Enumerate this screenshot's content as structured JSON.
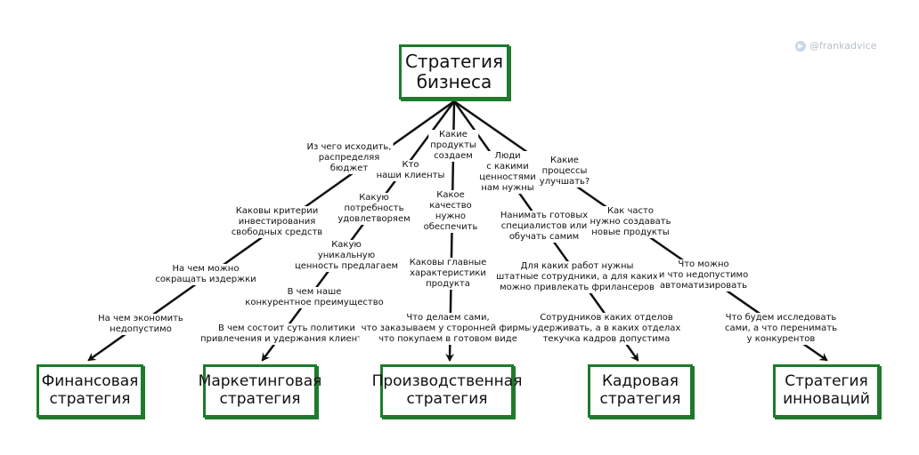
{
  "watermark": {
    "text": "@frankadvice",
    "icon": "telegram-icon"
  },
  "root": {
    "label": "Стратегия\nбизнеса"
  },
  "branches": [
    {
      "label": "Финансовая\nстратегия",
      "questions": [
        "Из чего исходить,\nраспределяя\nбюджет",
        "Каковы критерии\nинвестирования\nсвободных средств",
        "На чем можно\nсокращать издержки",
        "На чем экономить\nнедопустимо"
      ]
    },
    {
      "label": "Маркетинговая\nстратегия",
      "questions": [
        "Кто\nнаши клиенты",
        "Какую\nпотребность\nудовлетворяем",
        "Какую\nуникальную\nценность предлагаем",
        "В чем наше\nконкурентное преимущество",
        "В чем состоит суть политики\nпривлечения и удержания клиентов"
      ]
    },
    {
      "label": "Производственная\nстратегия",
      "questions": [
        "Какие\nпродукты\nсоздаем",
        "Какое\nкачество\nнужно\nобеспечить",
        "Каковы главные\nхарактеристики\nпродукта",
        "Что делаем сами,\nчто заказываем у сторонней фирмы,\nчто покупаем в готовом виде"
      ]
    },
    {
      "label": "Кадровая\nстратегия",
      "questions": [
        "Люди\nс какими\nценностями\nнам нужны",
        "Нанимать готовых\nспециалистов или\nобучать самим",
        "Для каких работ нужны\nштатные сотрудники, а для каких\nможно привлекать фрилансеров",
        "Сотрудников каких отделов\nудерживать, а в каких отделах\nтекучка кадров допустима"
      ]
    },
    {
      "label": "Стратегия\nинноваций",
      "questions": [
        "Какие\nпроцессы\nулучшать?",
        "Как часто\nнужно создавать\nновые продукты",
        "Что можно\nи что недопустимо\nавтоматизировать",
        "Что будем исследовать\nсами, а что перенимать\nу конкурентов"
      ]
    }
  ]
}
